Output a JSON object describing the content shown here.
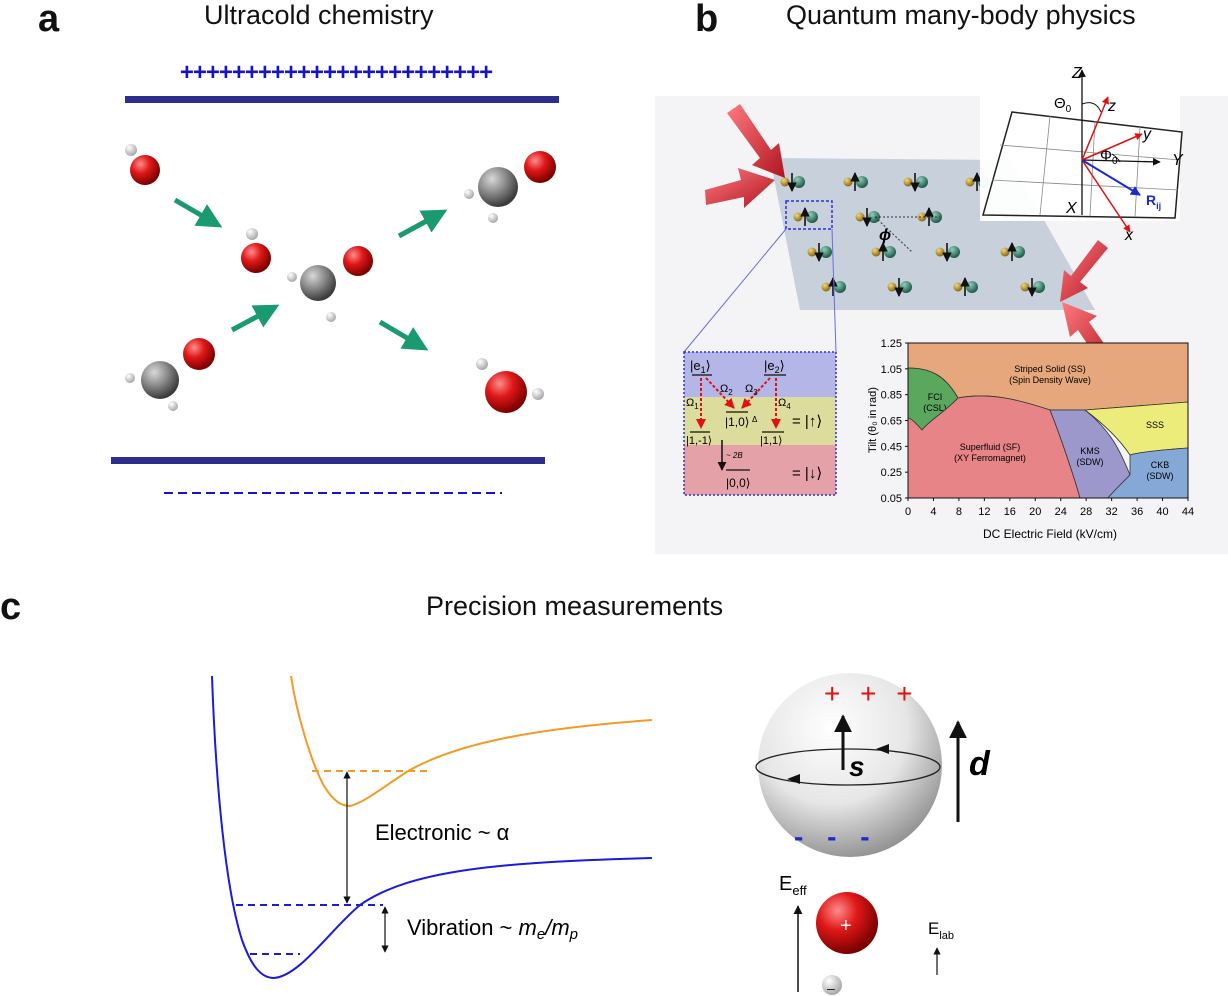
{
  "panels": {
    "a": {
      "letter": "a",
      "title": "Ultracold chemistry",
      "top_charges": "++++++++++++++++++++++++",
      "bottom_charges": "- - - - - - - - - - - - - - - - - - - - - - -"
    },
    "b": {
      "letter": "b",
      "title": "Quantum many-body physics"
    },
    "c": {
      "letter": "c",
      "title": "Precision measurements"
    }
  },
  "axes_inset": {
    "Z": "Z",
    "z": "z",
    "y": "y",
    "Y": "Y",
    "X": "X",
    "x": "x",
    "theta0": "Θ",
    "theta0_sub": "0",
    "phi0": "Φ",
    "phi0_sub": "0",
    "R": "R",
    "R_sub": "ij"
  },
  "lattice": {
    "phi": "ϕ"
  },
  "level_diagram": {
    "e1": "|e",
    "e1_sub": "1",
    "e2": "|e",
    "e2_sub": "2",
    "omega1": "Ω",
    "omega1_sub": "1",
    "omega2": "Ω",
    "omega2_sub": "2",
    "omega3": "Ω",
    "omega3_sub": "3",
    "omega4": "Ω",
    "omega4_sub": "4",
    "state_1m1": "|1,-1⟩",
    "state_10": "|1,0⟩",
    "state_11": "|1,1⟩",
    "state_00": "|0,0⟩",
    "spin_up": "= |↑⟩",
    "spin_down": "= |↓⟩",
    "gap": "~ 2B",
    "delta": "Δ"
  },
  "phase_diagram": {
    "ylabel": "Tilt (θ₀ in rad)",
    "xlabel": "DC Electric Field (kV/cm)",
    "yticks": [
      "1.25",
      "1.05",
      "0.85",
      "0.65",
      "0.45",
      "0.25",
      "0.05"
    ],
    "xticks": [
      "0",
      "4",
      "8",
      "12",
      "16",
      "20",
      "24",
      "28",
      "32",
      "36",
      "40",
      "44"
    ],
    "regions": [
      {
        "name": "Striped Solid (SS)",
        "sub": "(Spin Density Wave)",
        "color": "#e6a77c"
      },
      {
        "name": "FCI",
        "sub": "(CSL)",
        "color": "#5aa75e"
      },
      {
        "name": "Superfluid (SF)",
        "sub": "(XY Ferromagnet)",
        "color": "#e78488"
      },
      {
        "name": "KMS",
        "sub": "(SDW)",
        "color": "#9c98cc"
      },
      {
        "name": "SSS",
        "sub": "",
        "color": "#ecec7a"
      },
      {
        "name": "CKB",
        "sub": "(SDW)",
        "color": "#86a8d6"
      }
    ]
  },
  "potential": {
    "electronic": "Electronic ~ α",
    "vibration_prefix": "Vibration ~ ",
    "vibration_math": "m",
    "me_sub": "e",
    "mp_sub": "p",
    "slash": "/"
  },
  "edm": {
    "plus": "+ + +",
    "minus": "- - -",
    "s": "s",
    "d": "d",
    "eeff": "E",
    "eeff_sub": "eff",
    "elab": "E",
    "elab_sub": "lab",
    "core_plus": "+",
    "core_minus": "–"
  },
  "colors": {
    "accent_green": "#1a9a6e",
    "bar_navy": "#2b2f8c",
    "charge_blue": "#1414c8",
    "curve_blue": "#1a1ae0",
    "curve_orange": "#f39a25",
    "arrow_red": "#d9343f"
  }
}
